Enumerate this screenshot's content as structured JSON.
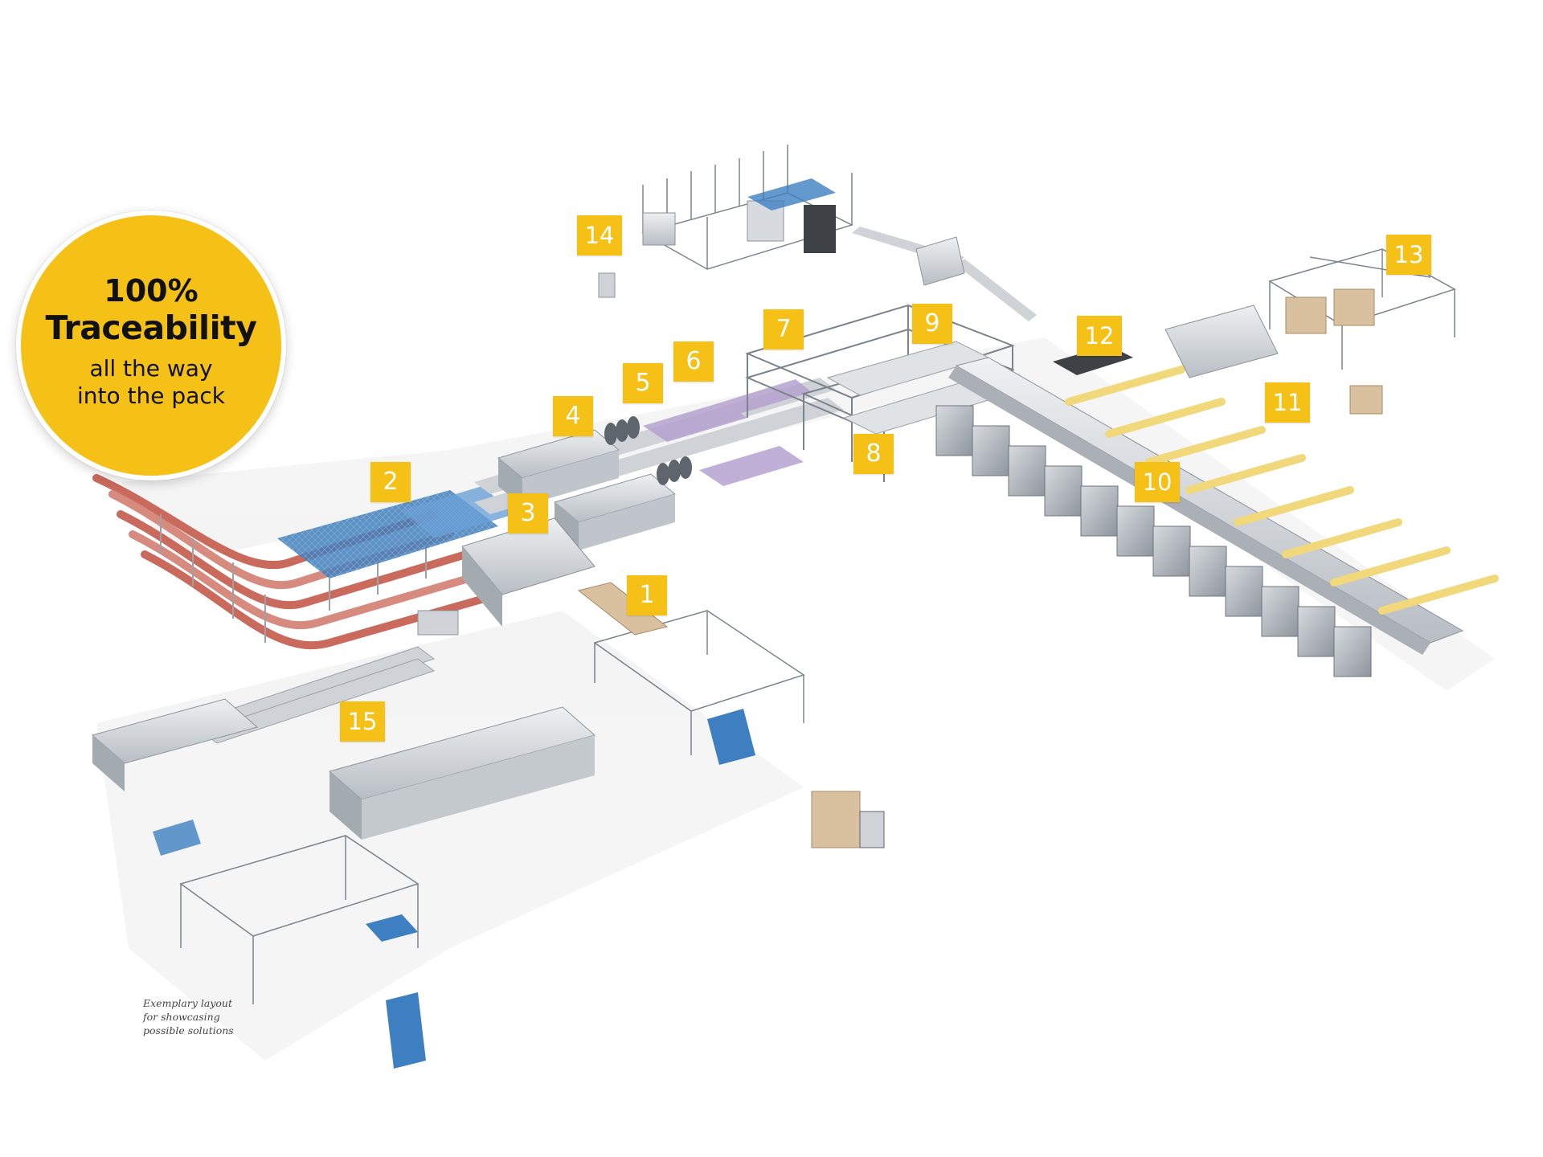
{
  "callout": {
    "line1": "100%",
    "line2": "Traceability",
    "line3": "all the way",
    "line4": "into the pack"
  },
  "stations": [
    "1",
    "2",
    "3",
    "4",
    "5",
    "6",
    "7",
    "8",
    "9",
    "10",
    "11",
    "12",
    "13",
    "14",
    "15"
  ],
  "footnote": {
    "line1": "Exemplary layout",
    "line2": "for showcasing",
    "line3": "possible solutions"
  },
  "colors": {
    "accent": "#f5c116",
    "steel": "#c9ced3",
    "steel_dark": "#8c939a",
    "conveyor_blue": "#3d7fc1",
    "tray_red": "#c96a5c",
    "product_yellow": "#f1d87a",
    "pallet_wood": "#d9c1a0"
  }
}
